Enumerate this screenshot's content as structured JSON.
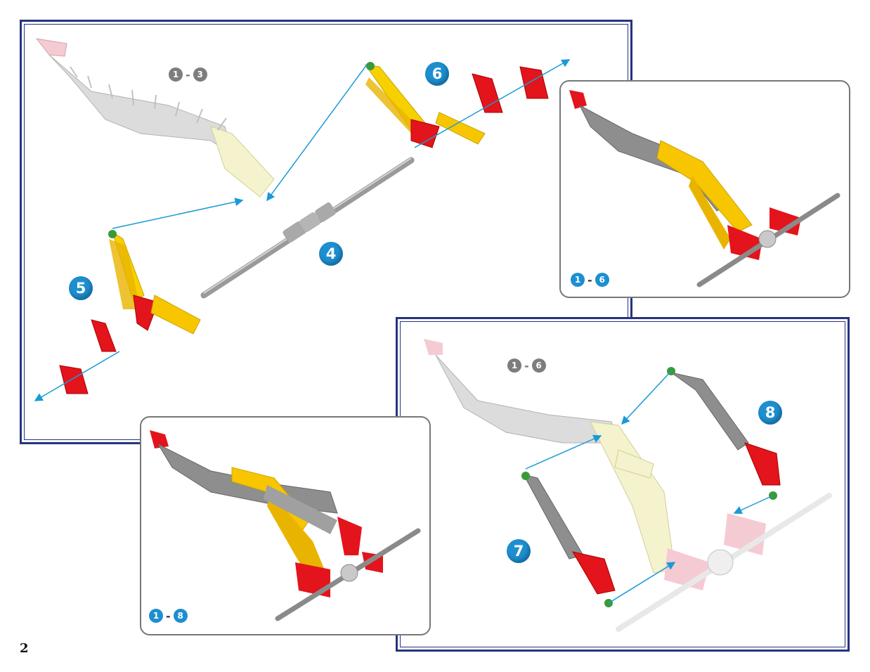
{
  "page": {
    "number": "2"
  },
  "panel_main": {
    "ref_range": {
      "from": "1",
      "to": "3"
    },
    "steps": {
      "s4": "4",
      "s5": "5",
      "s6": "6"
    }
  },
  "panel_result_1_6": {
    "range": {
      "from": "1",
      "to": "6"
    }
  },
  "panel_steps_7_8": {
    "ref_range": {
      "from": "1",
      "to": "6"
    },
    "steps": {
      "s7": "7",
      "s8": "8"
    }
  },
  "panel_result_1_8": {
    "range": {
      "from": "1",
      "to": "8"
    }
  },
  "colors": {
    "frame": "#263380",
    "step_badge": "#1d8fd0",
    "arrow": "#1a9ad6",
    "red": "#e3141b",
    "yellow": "#f7c600",
    "grey": "#9a9a9a",
    "green": "#2c8a2c"
  }
}
